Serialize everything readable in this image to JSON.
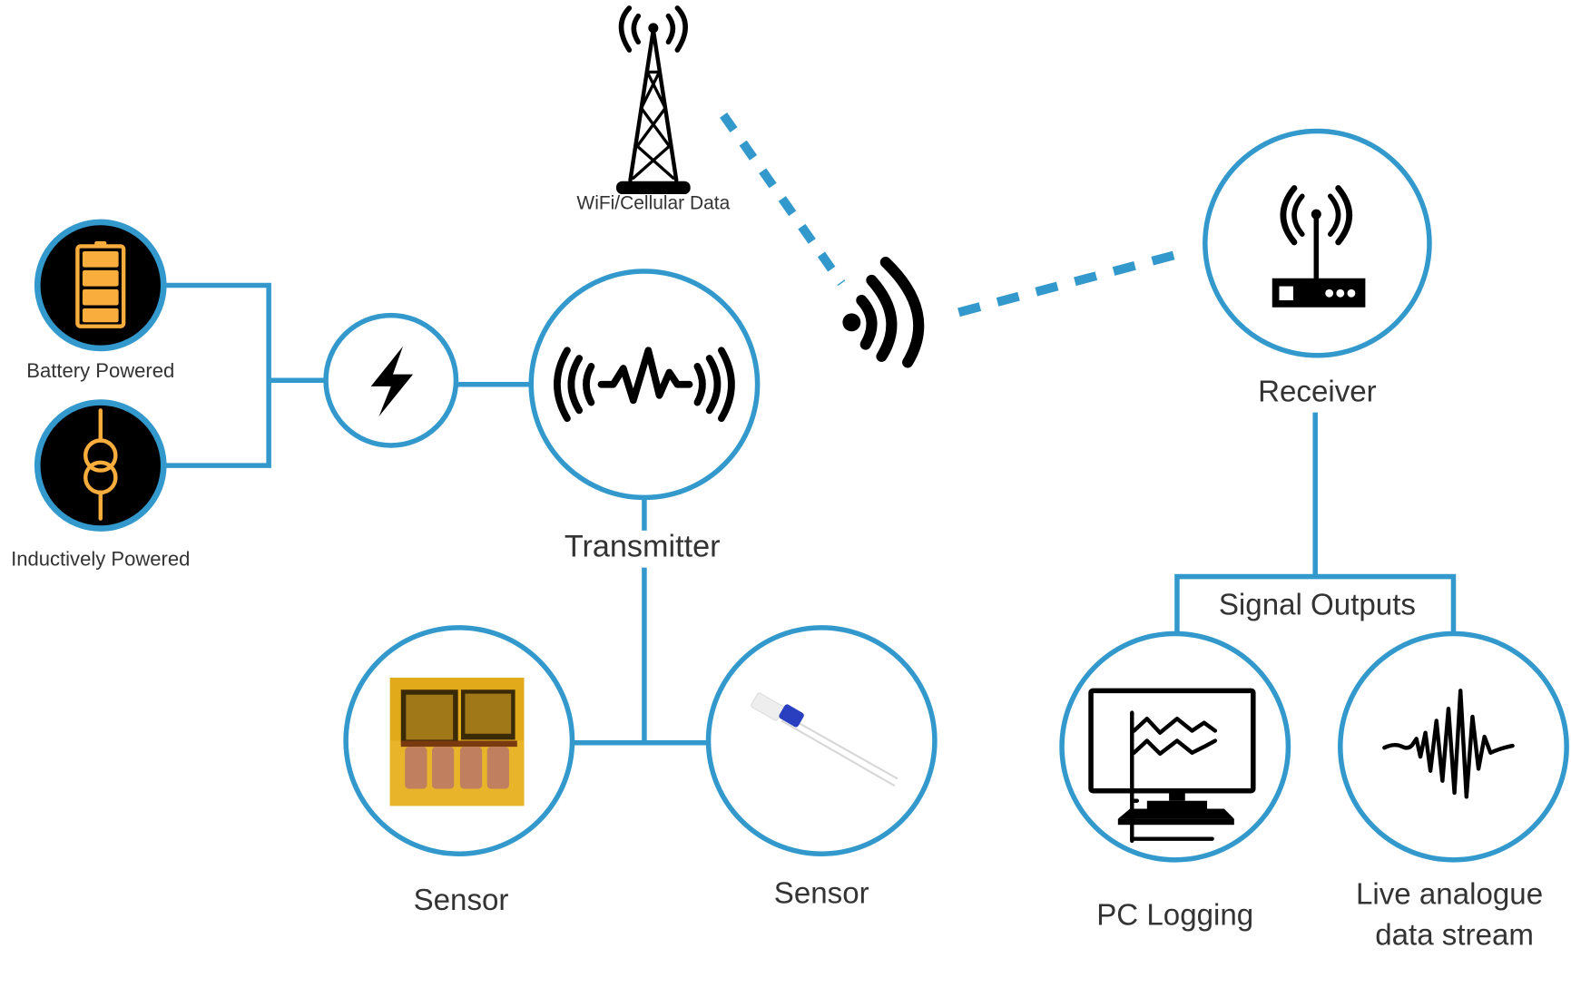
{
  "colors": {
    "connector": "#3399cc",
    "icon": "#000000",
    "power_icon": "#f8ad3c",
    "label": "#333333"
  },
  "nodes": {
    "battery": {
      "label": "Battery Powered",
      "icon": "battery-icon"
    },
    "inductive": {
      "label": "Inductively Powered",
      "icon": "transformer-icon"
    },
    "power": {
      "icon": "lightning-bolt-icon"
    },
    "transmitter": {
      "label": "Transmitter",
      "icon": "signal-wave-icon"
    },
    "tower": {
      "label": "WiFi/Cellular Data",
      "icon": "cell-tower-icon"
    },
    "wireless": {
      "icon": "wifi-signal-icon"
    },
    "receiver": {
      "label": "Receiver",
      "icon": "router-icon"
    },
    "signal_outputs": {
      "label": "Signal Outputs"
    },
    "sensor_1": {
      "label": "Sensor",
      "icon": "strain-gauge-image"
    },
    "sensor_2": {
      "label": "Sensor",
      "icon": "temperature-probe-image"
    },
    "pc_logging": {
      "label": "PC Logging",
      "icon": "monitor-chart-icon"
    },
    "live_stream": {
      "label_line1": "Live analogue",
      "label_line2": "data stream",
      "icon": "waveform-icon"
    }
  }
}
